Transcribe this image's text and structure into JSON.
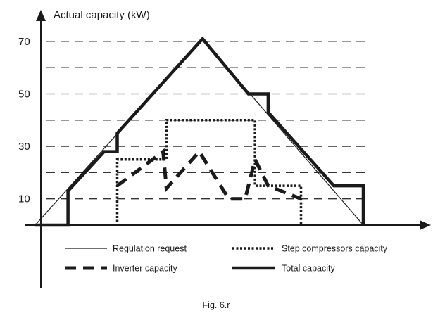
{
  "chart_data": {
    "type": "line",
    "ylabel": "Actual capacity (kW)",
    "xlabel": "",
    "ylim": [
      0,
      78
    ],
    "yticks": [
      10,
      30,
      50,
      70
    ],
    "grid": {
      "y": true,
      "style": "dashed",
      "step": 10
    },
    "legend_position": "bottom",
    "series": [
      {
        "name": "Regulation request",
        "style": "thin-solid",
        "x": [
          0,
          51,
          100
        ],
        "y": [
          0,
          71,
          0
        ]
      },
      {
        "name": "Step compressors capacity",
        "style": "dotted",
        "x": [
          0,
          25,
          25,
          40,
          40,
          67,
          67,
          81,
          81,
          100
        ],
        "y": [
          0,
          0,
          25,
          25,
          40,
          40,
          15,
          15,
          0,
          0
        ]
      },
      {
        "name": "Inverter capacity",
        "style": "dashed",
        "x": [
          25,
          39,
          40,
          50,
          59,
          64,
          67,
          71,
          81
        ],
        "y": [
          15,
          28,
          14,
          28,
          10,
          10,
          25,
          15,
          10
        ]
      },
      {
        "name": "Total capacity",
        "style": "thick-solid",
        "x": [
          0,
          10,
          10,
          21,
          25,
          25,
          51,
          65,
          71,
          71,
          91,
          100,
          100
        ],
        "y": [
          0,
          0,
          13,
          28,
          28,
          35,
          71,
          50,
          50,
          43,
          15,
          15,
          0
        ]
      }
    ],
    "caption": "Fig. 6.r"
  },
  "legend": [
    {
      "label": "Regulation request",
      "style": "thin-solid"
    },
    {
      "label": "Step compressors capacity",
      "style": "dotted"
    },
    {
      "label": "Inverter capacity",
      "style": "dashed"
    },
    {
      "label": "Total capacity",
      "style": "thick-solid"
    }
  ],
  "colors": {
    "ink": "#1a1a1a"
  }
}
